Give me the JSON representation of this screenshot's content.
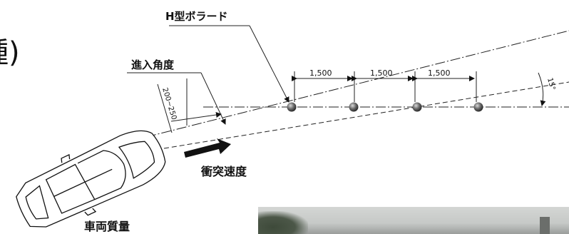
{
  "labels": {
    "bollard_type": "H型ボラード",
    "approach_angle": "進入角度",
    "offset": "200~250",
    "spacing_1": "1,500",
    "spacing_2": "1,500",
    "spacing_3": "1,500",
    "angle": "15°",
    "impact_speed": "衝突速度",
    "vehicle_mass": "車両質量",
    "partial_heading": "種)"
  },
  "colors": {
    "line": "#111111",
    "bollard": "#555555",
    "background": "#ffffff"
  },
  "icons": {
    "vehicle": "car-topview-icon",
    "speed_arrow": "arrow-right-icon",
    "bollard": "sphere-icon"
  }
}
